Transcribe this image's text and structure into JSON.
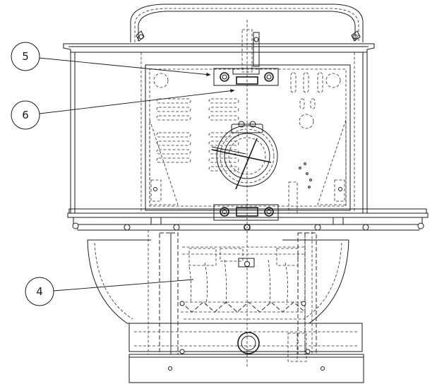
{
  "callouts": [
    {
      "label": "5"
    },
    {
      "label": "6"
    },
    {
      "label": "4"
    }
  ]
}
